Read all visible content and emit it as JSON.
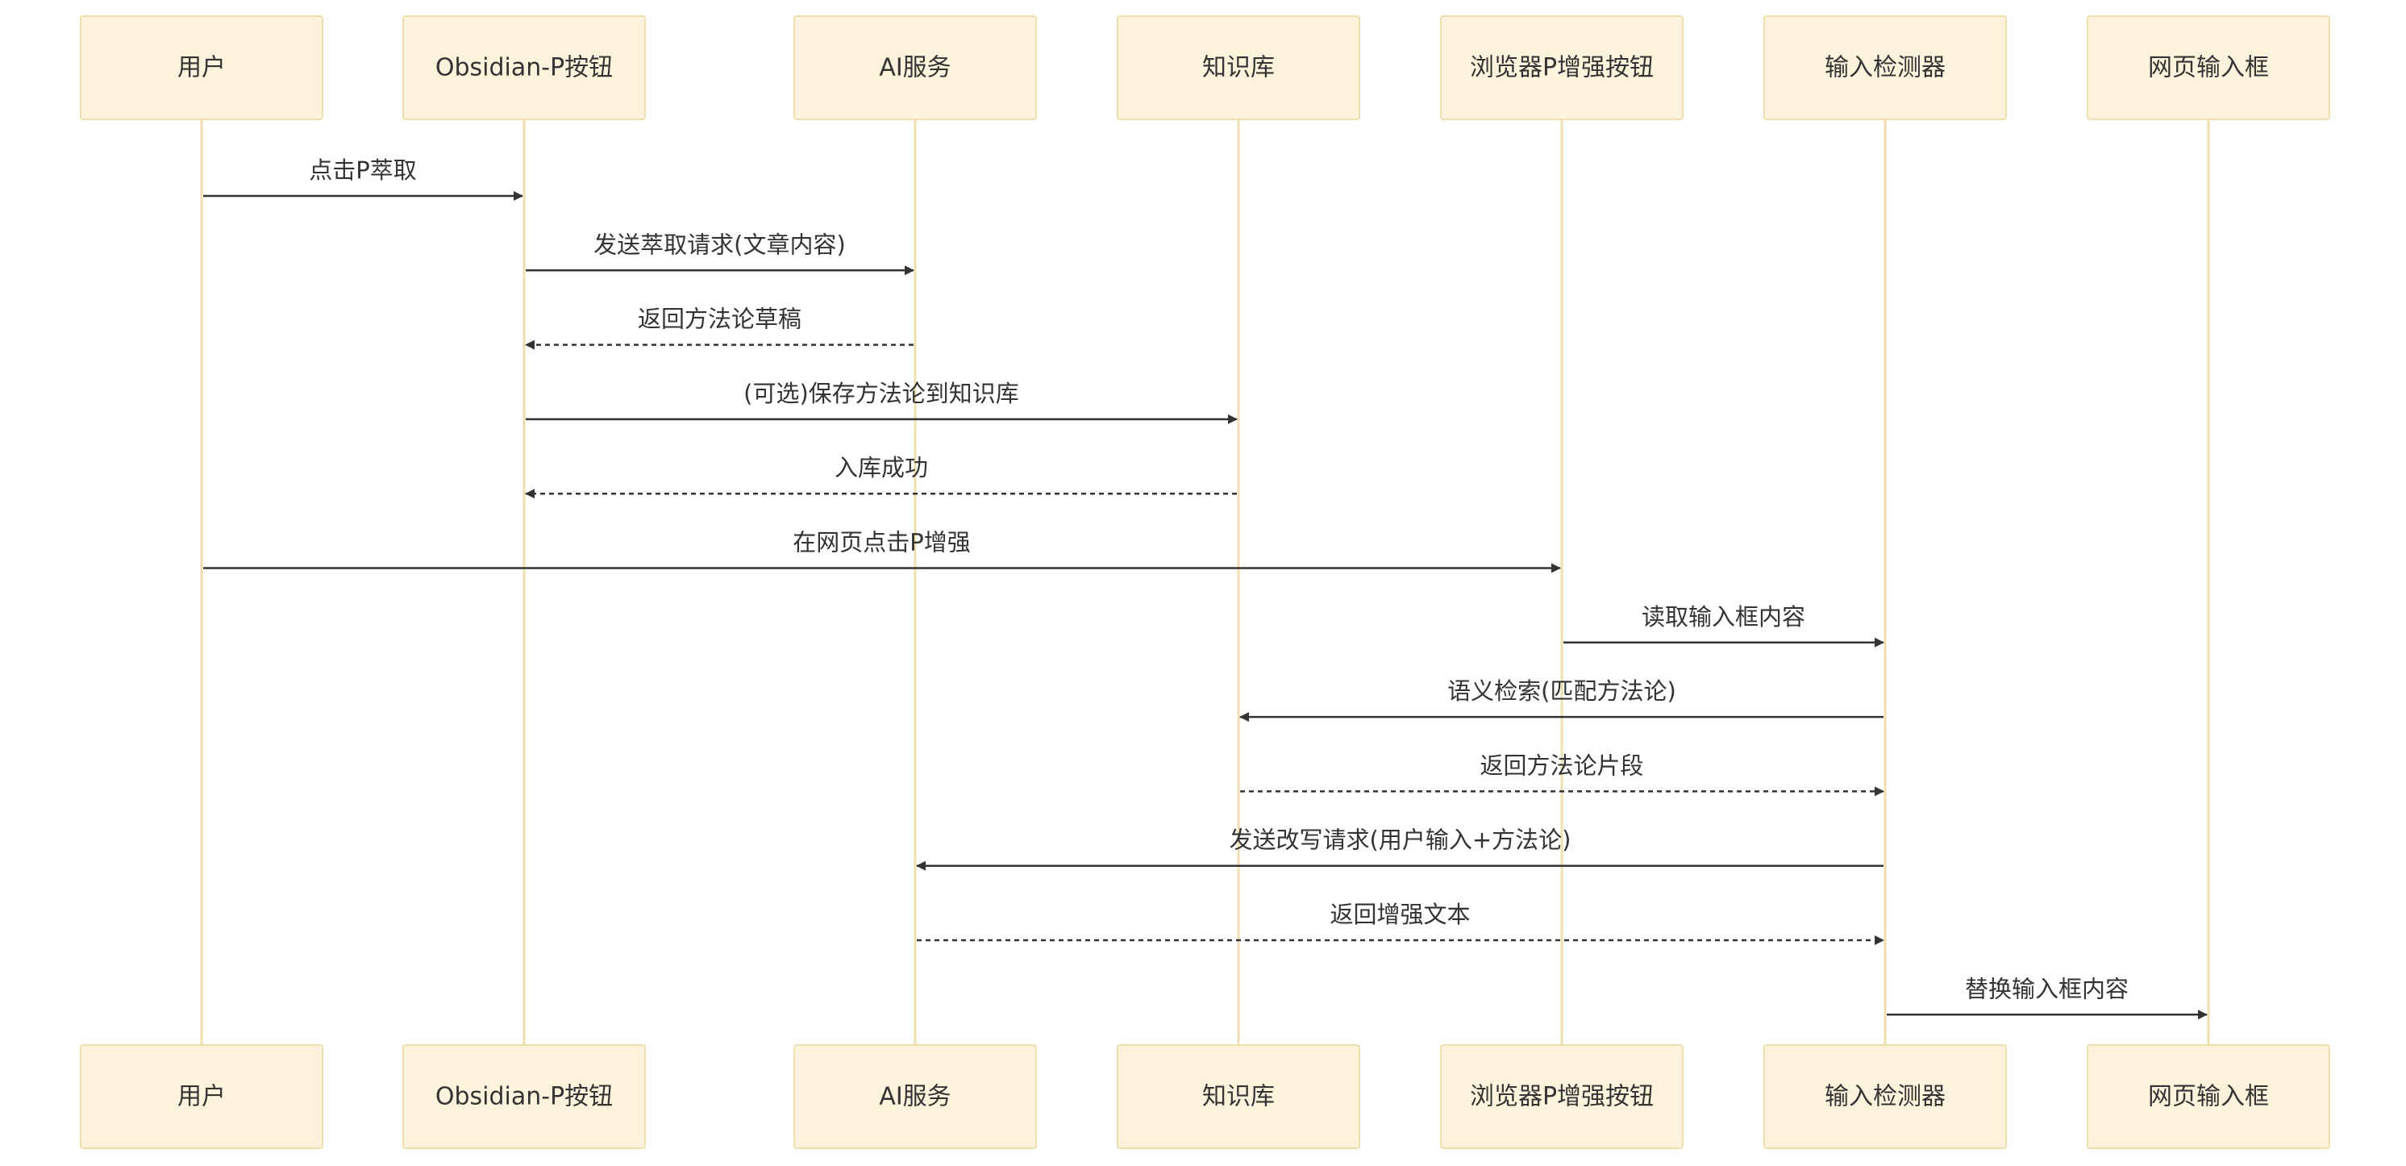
{
  "participants": [
    {
      "id": "user",
      "label": "用户"
    },
    {
      "id": "obsidian",
      "label": "Obsidian-P按钮"
    },
    {
      "id": "ai",
      "label": "AI服务"
    },
    {
      "id": "kb",
      "label": "知识库"
    },
    {
      "id": "browser",
      "label": "浏览器P增强按钮"
    },
    {
      "id": "detector",
      "label": "输入检测器"
    },
    {
      "id": "webinput",
      "label": "网页输入框"
    }
  ],
  "messages": [
    {
      "from": "user",
      "to": "obsidian",
      "label": "点击P萃取",
      "style": "solid"
    },
    {
      "from": "obsidian",
      "to": "ai",
      "label": "发送萃取请求(文章内容)",
      "style": "solid"
    },
    {
      "from": "ai",
      "to": "obsidian",
      "label": "返回方法论草稿",
      "style": "dashed"
    },
    {
      "from": "obsidian",
      "to": "kb",
      "label": "(可选)保存方法论到知识库",
      "style": "solid"
    },
    {
      "from": "kb",
      "to": "obsidian",
      "label": "入库成功",
      "style": "dashed"
    },
    {
      "from": "user",
      "to": "browser",
      "label": "在网页点击P增强",
      "style": "solid"
    },
    {
      "from": "browser",
      "to": "detector",
      "label": "读取输入框内容",
      "style": "solid"
    },
    {
      "from": "detector",
      "to": "kb",
      "label": "语义检索(匹配方法论)",
      "style": "solid"
    },
    {
      "from": "kb",
      "to": "detector",
      "label": "返回方法论片段",
      "style": "dashed"
    },
    {
      "from": "detector",
      "to": "ai",
      "label": "发送改写请求(用户输入+方法论)",
      "style": "solid"
    },
    {
      "from": "ai",
      "to": "detector",
      "label": "返回增强文本",
      "style": "dashed"
    },
    {
      "from": "detector",
      "to": "webinput",
      "label": "替换输入框内容",
      "style": "solid"
    }
  ]
}
